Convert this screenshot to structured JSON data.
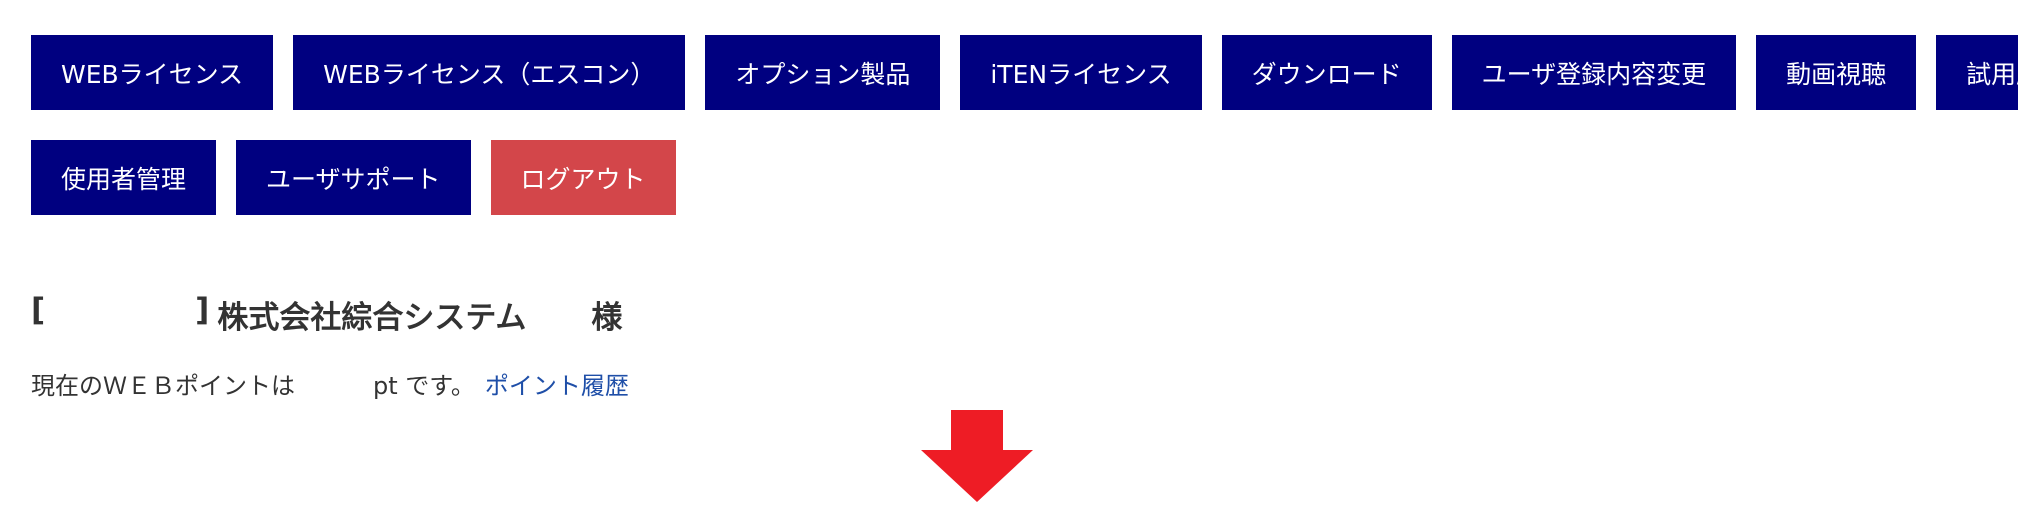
{
  "nav": {
    "row1": [
      {
        "name": "nav-web-license",
        "label": "WEBライセンス"
      },
      {
        "name": "nav-web-license-escon",
        "label": "WEBライセンス（エスコン）"
      },
      {
        "name": "nav-option-products",
        "label": "オプション製品"
      },
      {
        "name": "nav-iten-license",
        "label": "iTENライセンス"
      },
      {
        "name": "nav-download",
        "label": "ダウンロード"
      },
      {
        "name": "nav-user-registration-change",
        "label": "ユーザ登録内容変更"
      },
      {
        "name": "nav-video",
        "label": "動画視聴"
      },
      {
        "name": "nav-trial",
        "label": "試用版"
      }
    ],
    "row2": [
      {
        "name": "nav-user-management",
        "label": "使用者管理"
      },
      {
        "name": "nav-user-support",
        "label": "ユーザサポート"
      },
      {
        "name": "nav-logout",
        "label": "ログアウト"
      }
    ]
  },
  "user": {
    "bracket_open": "[",
    "bracket_close": "]",
    "company": "株式会社綜合システム",
    "honorific": "様"
  },
  "points": {
    "prefix": "現在のＷＥＢポイントは",
    "suffix": "pt です。",
    "history_link": "ポイント履歴"
  },
  "colors": {
    "nav_bg": "#000080",
    "logout_bg": "#d3464a",
    "link": "#1f4fa8",
    "arrow": "#ee1c25"
  },
  "icons": {
    "arrow": "arrow-down-icon"
  }
}
